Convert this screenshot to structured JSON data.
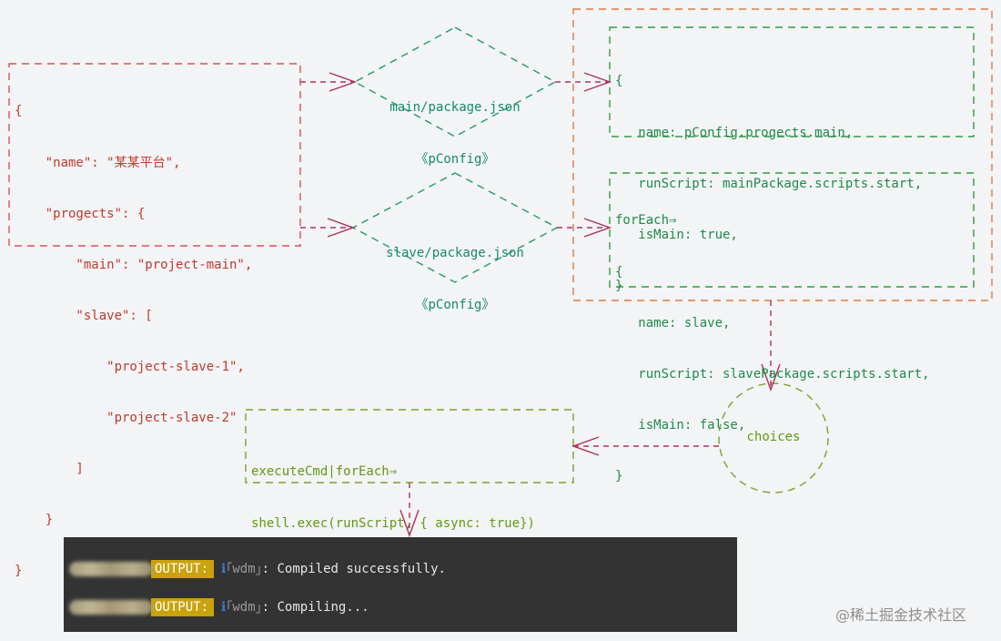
{
  "config_box": {
    "lines": [
      "{",
      "    \"name\": \"某某平台\",",
      "    \"progects\": {",
      "        \"main\": \"project-main\",",
      "        \"slave\": [",
      "            \"project-slave-1\",",
      "            \"project-slave-2\"",
      "        ]",
      "    }",
      "}"
    ]
  },
  "decision_main": {
    "line1": "main/package.json",
    "line2": "《pConfig》"
  },
  "decision_slave": {
    "line1": "slave/package.json",
    "line2": "《pConfig》"
  },
  "main_box": {
    "lines": [
      "{",
      "   name: pConfig.progects.main,",
      "   runScript: mainPackage.scripts.start,",
      "   isMain: true,",
      "}"
    ]
  },
  "slave_box": {
    "lines": [
      "forEach⇒",
      "{",
      "   name: slave,",
      "   runScript: slavePackage.scripts.start,",
      "   isMain: false,",
      "}"
    ]
  },
  "choices": {
    "label": "choices"
  },
  "exec_box": {
    "lines": [
      "executeCmd|forEach⇒",
      "shell.exec(runScript, { async: true})"
    ]
  },
  "terminal": {
    "lines": [
      {
        "tag": "OUTPUT:",
        "icon": "ℹ",
        "open": "｢",
        "name": "wdm",
        "close": "｣",
        "message": ": Compiled successfully."
      },
      {
        "tag": "OUTPUT:",
        "icon": "ℹ",
        "open": "｢",
        "name": "wdm",
        "close": "｣",
        "message": ": Compiling..."
      }
    ]
  },
  "watermark": "@稀土掘金技术社区",
  "colors": {
    "red_dash": "#d9534f",
    "orange_dash": "#e07a3c",
    "teal_dash": "#1e9a6e",
    "green_dash": "#2e9e3e",
    "olive_dash": "#7aa22b",
    "arrow": "#b0305a",
    "terminal_bg": "#333333",
    "tag_bg": "#c9a20c"
  }
}
